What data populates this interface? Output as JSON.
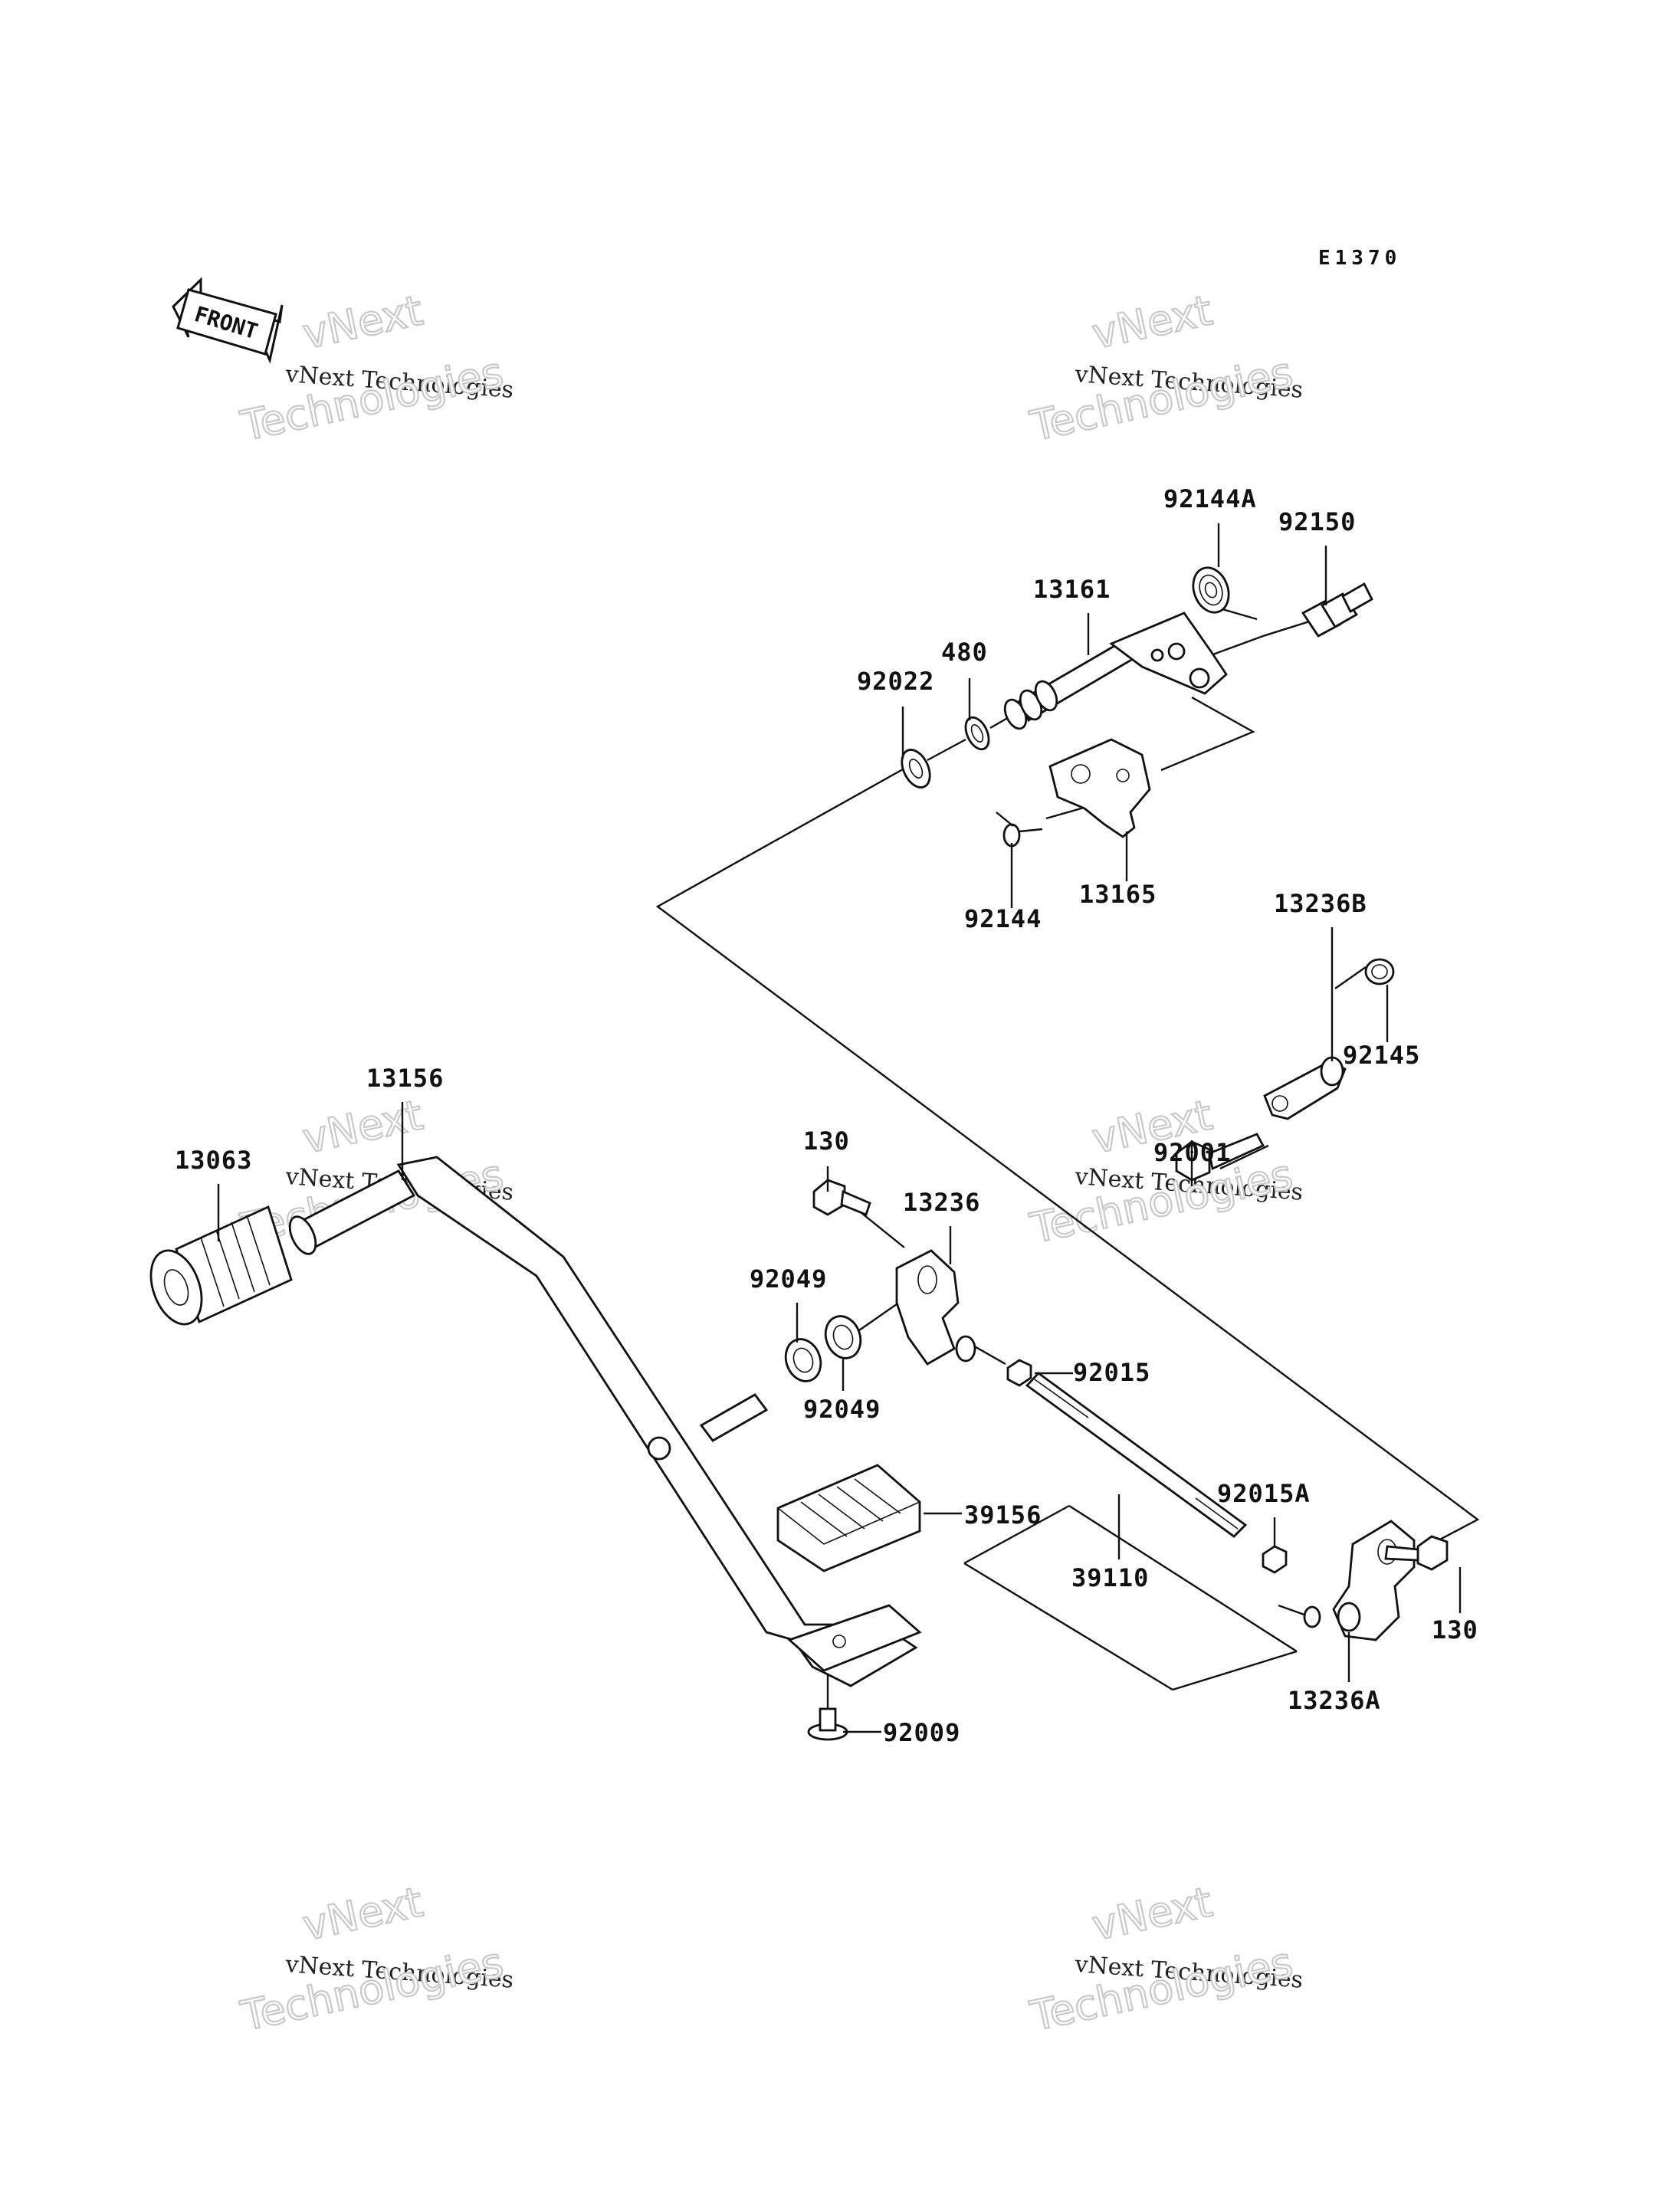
{
  "diagram": {
    "sheet_code": "E1370",
    "front_marker": "FRONT",
    "watermark": {
      "line1": "vNext",
      "line2": "vNext Technologies",
      "line3": "Technologies"
    },
    "parts": {
      "p92144A": "92144A",
      "p92150": "92150",
      "p13161": "13161",
      "p480": "480",
      "p92022": "92022",
      "p92144": "92144",
      "p13165": "13165",
      "p13236B": "13236B",
      "p92145": "92145",
      "p92001": "92001",
      "p13156": "13156",
      "p13063": "13063",
      "p130a": "130",
      "p13236": "13236",
      "p92049a": "92049",
      "p92049b": "92049",
      "p92015": "92015",
      "p92015A": "92015A",
      "p39156": "39156",
      "p39110": "39110",
      "p130b": "130",
      "p13236A": "13236A",
      "p92009": "92009"
    }
  }
}
